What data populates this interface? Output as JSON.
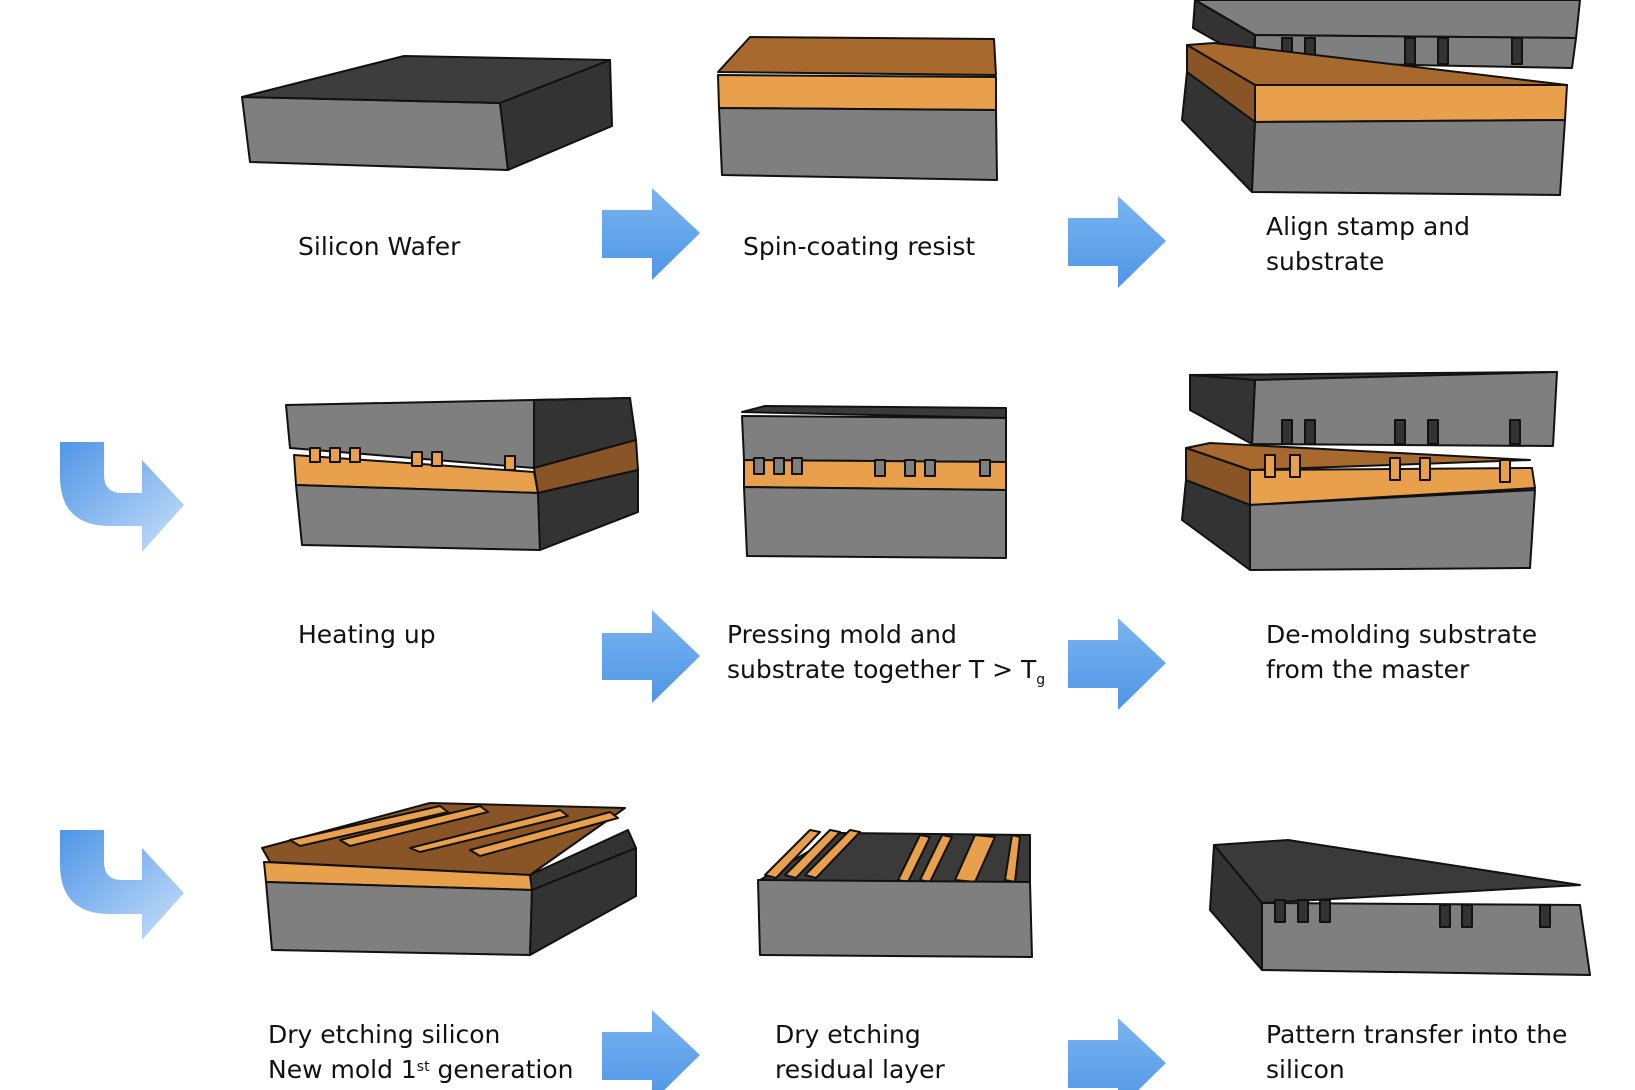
{
  "colors": {
    "silicon_front": "#7f7f7f",
    "silicon_top": "#3a3a3a",
    "silicon_side": "#333333",
    "resist": "#e9a04c",
    "resist_dark": "#8a5526",
    "arrow": "#69a9ec",
    "outline": "#111111"
  },
  "steps": [
    {
      "id": "silicon-wafer",
      "lines": [
        "Silicon Wafer"
      ]
    },
    {
      "id": "spin-coating",
      "lines": [
        "Spin-coating resist"
      ]
    },
    {
      "id": "align",
      "lines": [
        "Align stamp and",
        "substrate"
      ]
    },
    {
      "id": "heating",
      "lines": [
        "Heating up"
      ]
    },
    {
      "id": "pressing",
      "lines": [
        "Pressing mold and",
        "substrate together T > T"
      ],
      "subscript": "g"
    },
    {
      "id": "demolding",
      "lines": [
        "De-molding substrate",
        "from the master"
      ]
    },
    {
      "id": "dry-etch-silicon",
      "lines": [
        "Dry etching silicon",
        "New mold 1",
        " generation"
      ],
      "superscript": "st"
    },
    {
      "id": "dry-etch-residual",
      "lines": [
        "Dry etching",
        "residual layer"
      ]
    },
    {
      "id": "pattern-transfer",
      "lines": [
        "Pattern transfer into the",
        "silicon"
      ]
    }
  ],
  "arrows": {
    "right": [
      "arrow-right-1",
      "arrow-right-2",
      "arrow-right-3",
      "arrow-right-4",
      "arrow-right-5",
      "arrow-right-6"
    ],
    "return": [
      "return-arrow-row2",
      "return-arrow-row3"
    ]
  }
}
